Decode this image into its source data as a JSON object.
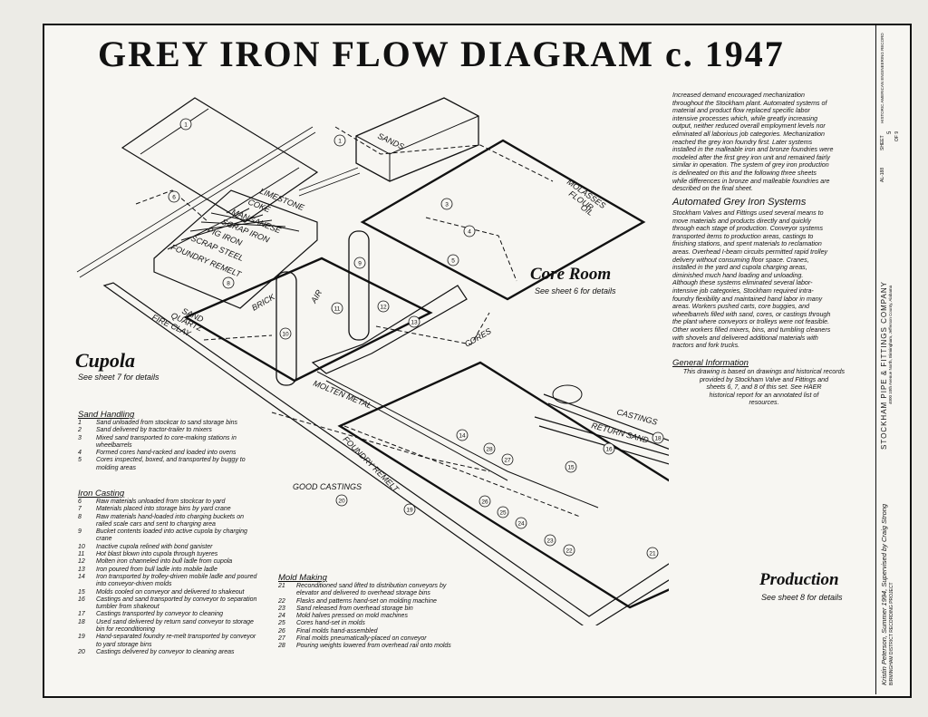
{
  "title": "GREY IRON FLOW DIAGRAM c. 1947",
  "intro": [
    "Increased demand encouraged mechanization",
    "throughout the Stockham plant. Automated systems of",
    "material and product flow replaced specific labor",
    "intensive processes which, while greatly increasing",
    "output, neither reduced overall employment levels nor",
    "eliminated all laborious job categories. Mechanization",
    "reached the grey iron foundry first. Later systems",
    "installed in the malleable iron and bronze foundries were",
    "modeled after the first grey iron unit and remained fairly",
    "similar in operation. The system of grey iron production",
    "is delineated on this and the following three sheets",
    "while differences in bronze and malleable foundries are",
    "described on the final sheet."
  ],
  "automated": {
    "heading": "Automated Grey Iron Systems",
    "lines": [
      "Stockham Valves and Fittings used several means to",
      "move materials and products directly and quickly",
      "through each stage of production. Conveyor systems",
      "transported items to production areas, castings to",
      "finishing stations, and spent materials to reclamation",
      "areas. Overhead I-beam circuits permitted rapid trolley",
      "delivery without consuming floor space. Cranes,",
      "installed in the yard and cupola charging areas,",
      "diminished much hand loading and unloading.",
      "Although these systems eliminated several labor-",
      "intensive job categories, Stockham required intra-",
      "foundry flexibility and maintained hand labor in many",
      "areas. Workers pushed carts, core buggies, and",
      "wheelbarrels filled with sand, cores, or castings through",
      "the plant where conveyors or trolleys were not feasible.",
      "Other workers filled mixers, bins, and tumbling cleaners",
      "with shovels and delivered additional materials with",
      "tractors and fork trucks."
    ]
  },
  "general": {
    "heading": "General Information",
    "lines": [
      "This drawing is based on drawings and historical records",
      "provided by Stockham Valve and Fittings and",
      "sheets 6, 7, and 8 of this set. See HAER",
      "historical report for an annotated list of",
      "resources."
    ]
  },
  "sections": {
    "cupola": {
      "title": "Cupola",
      "sub": "See sheet 7 for details"
    },
    "core_room": {
      "title": "Core Room",
      "sub": "See sheet 6 for details"
    },
    "production": {
      "title": "Production",
      "sub": "See sheet 8 for details"
    }
  },
  "legend_sand": {
    "heading": "Sand Handling",
    "items": [
      {
        "n": "1",
        "t": "Sand unloaded from stockcar to sand storage bins"
      },
      {
        "n": "2",
        "t": "Sand delivered by tractor-trailer to mixers"
      },
      {
        "n": "3",
        "t": "Mixed sand transported to core-making stations in wheelbarrels"
      },
      {
        "n": "4",
        "t": "Formed cores hand-racked and loaded into ovens"
      },
      {
        "n": "5",
        "t": "Cores inspected, boxed, and transported by buggy to molding areas"
      }
    ]
  },
  "legend_iron": {
    "heading": "Iron Casting",
    "items": [
      {
        "n": "6",
        "t": "Raw materials unloaded from stockcar to yard"
      },
      {
        "n": "7",
        "t": "Materials placed into storage bins by yard crane"
      },
      {
        "n": "8",
        "t": "Raw materials hand-loaded into charging buckets on railed scale cars and sent to charging area"
      },
      {
        "n": "9",
        "t": "Bucket contents loaded into active cupola by charging crane"
      },
      {
        "n": "10",
        "t": "Inactive cupola relined with bond ganister"
      },
      {
        "n": "11",
        "t": "Hot blast blown into cupola through tuyeres"
      },
      {
        "n": "12",
        "t": "Molten iron channeled into bull ladle from cupola"
      },
      {
        "n": "13",
        "t": "Iron poured from bull ladle into mobile ladle"
      },
      {
        "n": "14",
        "t": "Iron transported by trolley-driven mobile ladle and poured into conveyor-driven molds"
      },
      {
        "n": "15",
        "t": "Molds cooled on conveyor and delivered to shakeout"
      },
      {
        "n": "16",
        "t": "Castings and sand transported by conveyor to separation tumbler from shakeout"
      },
      {
        "n": "17",
        "t": "Castings transported by conveyor to cleaning"
      },
      {
        "n": "18",
        "t": "Used sand delivered by return sand conveyor to storage bin for reconditioning"
      },
      {
        "n": "19",
        "t": "Hand-separated foundry re-melt transported by conveyor to yard storage bins"
      },
      {
        "n": "20",
        "t": "Castings delivered by conveyor to cleaning areas"
      }
    ]
  },
  "legend_mold": {
    "heading": "Mold Making",
    "items": [
      {
        "n": "21",
        "t": "Reconditioned sand lifted to distribution conveyors by elevator and delivered to overhead storage bins"
      },
      {
        "n": "22",
        "t": "Flasks and patterns hand-set on molding machine"
      },
      {
        "n": "23",
        "t": "Sand released from overhead storage bin"
      },
      {
        "n": "24",
        "t": "Mold halves pressed on mold machines"
      },
      {
        "n": "25",
        "t": "Cores hand-set in molds"
      },
      {
        "n": "26",
        "t": "Final molds hand-assembled"
      },
      {
        "n": "27",
        "t": "Final molds pneumatically-placed on conveyor"
      },
      {
        "n": "28",
        "t": "Pouring weights lowered from overhead rail onto molds"
      }
    ]
  },
  "diagram_labels": {
    "sands": "SANDS",
    "limestone": "LIMESTONE",
    "coke": "COKE",
    "manganese": "MANGANESE",
    "scrap_iron": "SCRAP IRON",
    "pig_iron": "PIG IRON",
    "scrap_steel": "SCRAP STEEL",
    "foundry_remelt": "FOUNDRY REMELT",
    "molasses": "MOLASSES",
    "flour": "FLOUR",
    "oil": "OIL",
    "sand": "SAND",
    "quartz": "QUARTZ",
    "fire_clay": "FIRE CLAY",
    "brick": "BRICK",
    "air": "AIR",
    "cores": "CORES",
    "molten_metal": "MOLTEN METAL",
    "castings": "CASTINGS",
    "return_sand": "RETURN SAND",
    "good_castings": "GOOD CASTINGS",
    "foundry_remelt_conv": "FOUNDRY REMELT"
  },
  "title_block": {
    "company": "STOCKHAM PIPE & FITTINGS COMPANY",
    "address": "4000 10th Avenue North, Birmingham, Jefferson County, Alabama",
    "credit": "Kristin Peterson, Summer 1994, Supervised by Craig Strong",
    "project": "BIRMINGHAM DISTRICT RECORDING PROJECT",
    "agency": "HISTORIC AMERICAN ENGINEERING RECORD",
    "sheet_label": "SHEET",
    "sheet": "5",
    "of": "OF 9",
    "haer_no": "AL-188"
  },
  "colors": {
    "ink": "#111111",
    "paper": "#f7f6f2",
    "margin": "#ecebe6"
  }
}
